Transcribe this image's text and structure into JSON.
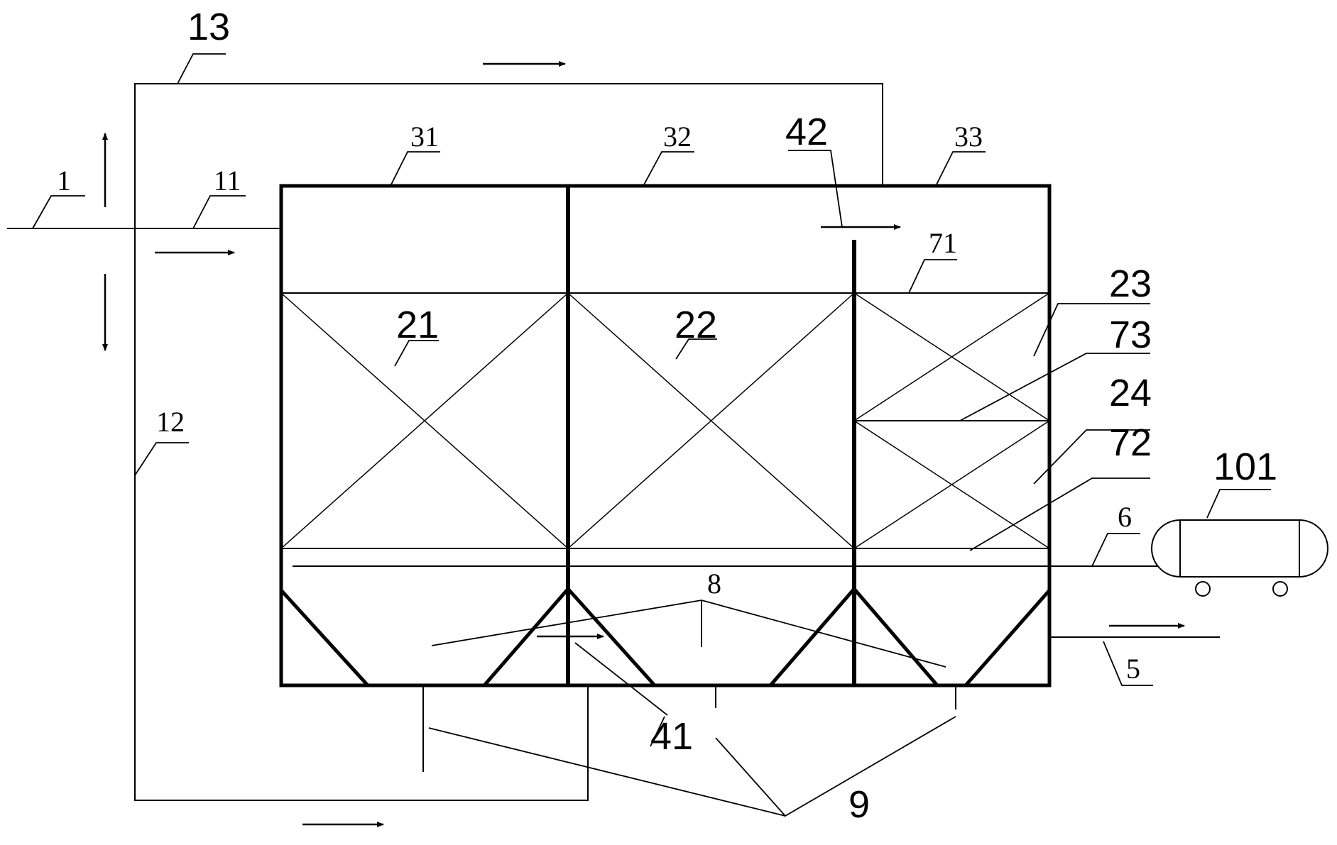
{
  "labels": {
    "l1": "1",
    "l11": "11",
    "l12": "12",
    "l13": "13",
    "l21": "21",
    "l22": "22",
    "l23": "23",
    "l24": "24",
    "l31": "31",
    "l32": "32",
    "l33": "33",
    "l41": "41",
    "l42": "42",
    "l5": "5",
    "l6": "6",
    "l71": "71",
    "l72": "72",
    "l73": "73",
    "l8": "8",
    "l9": "9",
    "l101": "101"
  },
  "colors": {
    "line": "#000000",
    "background": "#ffffff"
  }
}
